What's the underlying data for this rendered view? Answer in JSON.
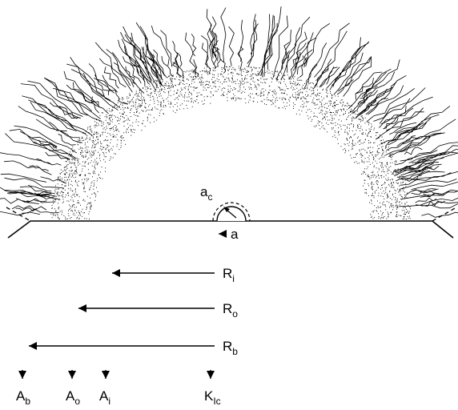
{
  "labels": {
    "ac": {
      "main": "a",
      "sub": "c"
    },
    "a": {
      "main": "a"
    },
    "Ri": {
      "main": "R",
      "sub": "i"
    },
    "Ro": {
      "main": "R",
      "sub": "o"
    },
    "Rb": {
      "main": "R",
      "sub": "b"
    },
    "Ab": {
      "main": "A",
      "sub": "b"
    },
    "Ao": {
      "main": "A",
      "sub": "o"
    },
    "Ai": {
      "main": "A",
      "sub": "i"
    },
    "KIc": {
      "main": "K",
      "sub": "Ic"
    }
  }
}
